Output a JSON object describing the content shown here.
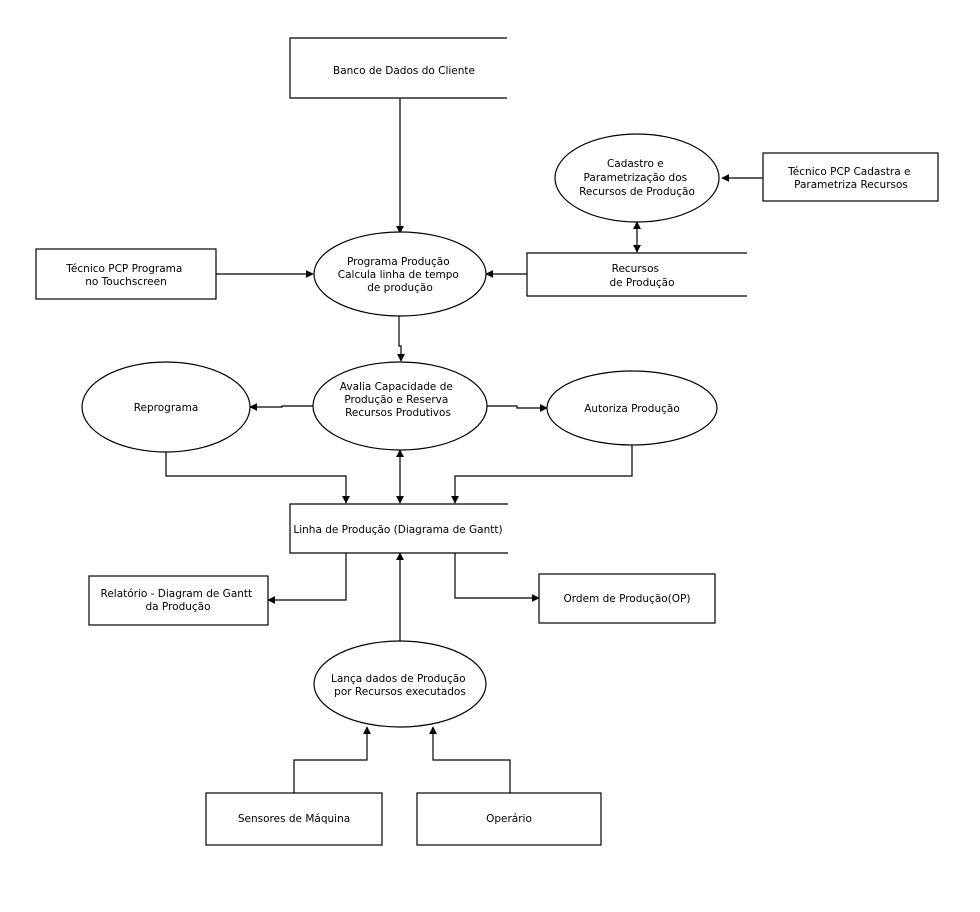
{
  "nodes": {
    "banco": {
      "lines": [
        "Banco de Dados do Cliente"
      ]
    },
    "cadastro": {
      "lines": [
        "Cadastro e",
        "Parametrização dos",
        "Recursos de Produção"
      ]
    },
    "tecnico_cadastra": {
      "lines": [
        "Técnico PCP  Cadastra e",
        "Parametriza Recursos"
      ]
    },
    "tecnico_programa": {
      "lines": [
        "Técnico PCP Programa",
        "no Touchscreen"
      ]
    },
    "programa": {
      "lines": [
        "Programa Produção",
        "Calcula linha de tempo",
        "de produção"
      ]
    },
    "recursos": {
      "lines": [
        "Recursos",
        "de Produção"
      ]
    },
    "reprograma": {
      "lines": [
        "Reprograma"
      ]
    },
    "avalia": {
      "lines": [
        "Avalia Capacidade de",
        "Produção e Reserva",
        "Recursos Produtivos"
      ]
    },
    "autoriza": {
      "lines": [
        "Autoriza Produção"
      ]
    },
    "linha": {
      "lines": [
        "Linha de Produção (Diagrama de Gantt)"
      ]
    },
    "relatorio": {
      "lines": [
        "Relatório - Diagram de Gantt",
        "da Produção"
      ]
    },
    "ordem": {
      "lines": [
        "Ordem de Produção(OP)"
      ]
    },
    "lanca": {
      "lines": [
        "Lança dados de Produção",
        "por Recursos executados"
      ]
    },
    "sensores": {
      "lines": [
        "Sensores de Máquina"
      ]
    },
    "operario": {
      "lines": [
        "Operário"
      ]
    }
  }
}
